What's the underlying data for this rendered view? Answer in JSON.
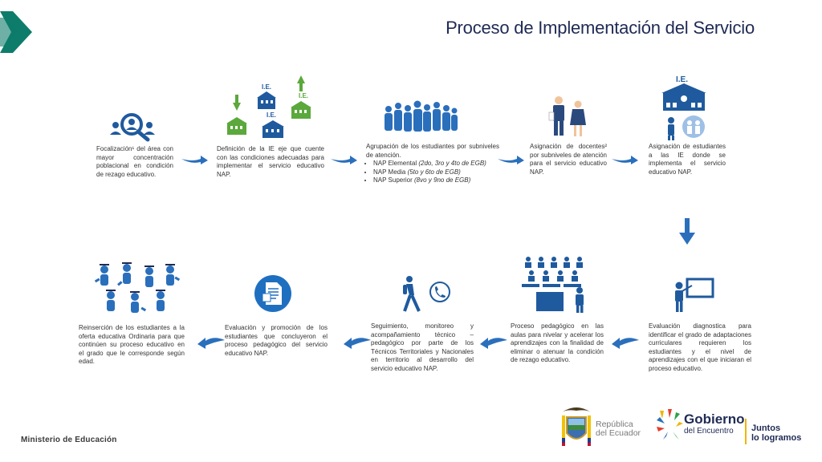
{
  "title": "Proceso de Implementación del Servicio",
  "colors": {
    "blue": "#2a6fbc",
    "dark_blue": "#1f2a55",
    "green": "#5ba83c",
    "teal": "#0e7c6b",
    "arrow": "#2a6fbc"
  },
  "steps": {
    "s1": {
      "text": "Focalización¹ del área con mayor concentración poblacional en condición de rezago educativo.",
      "icon": "magnifier-people-icon"
    },
    "s2": {
      "text": "Definición de la IE eje que cuente con las condiciones adecuadas para implementar el servicio educativo NAP.",
      "icon": "schools-icon",
      "badge": "I.E."
    },
    "s3": {
      "intro": "Agrupación de los estudiantes por subniveles de atención.",
      "items": [
        {
          "label": "NAP Elemental",
          "detail": "(2do, 3ro y 4to de EGB)"
        },
        {
          "label": "NAP Media",
          "detail": "(5to y 6to de EGB)"
        },
        {
          "label": "NAP Superior",
          "detail": "(8vo y 9no de EGB)"
        }
      ],
      "icon": "students-group-icon"
    },
    "s4": {
      "text": "Asignación de docentes² por subniveles de atención para el servicio educativo NAP.",
      "icon": "teachers-icon"
    },
    "s5": {
      "text": "Asignación de estudiantes a las IE donde se implementa el servicio educativo NAP.",
      "icon": "school-students-icon",
      "badge": "I.E."
    },
    "s6": {
      "text": "Evaluación diagnostica para identificar el grado de adaptaciones curriculares requieren los estudiantes y el nivel de aprendizajes con el que iniciaran el proceso educativo.",
      "icon": "teacher-board-icon"
    },
    "s7": {
      "text": "Proceso pedagógico en las aulas para nivelar y acelerar los aprendizajes con la finalidad de eliminar o atenuar la condición de rezago educativo.",
      "icon": "classroom-icon"
    },
    "s8": {
      "text": "Seguimiento, monitoreo y acompañamiento técnico – pedagógico por parte de los Técnicos Territoriales y Nacionales en territorio al desarrollo del servicio educativo NAP.",
      "icon": "walker-phone-icon"
    },
    "s9": {
      "text": "Evaluación y promoción de los estudiantes que concluyeron el proceso pedagógico del servicio educativo NAP.",
      "icon": "document-icon"
    },
    "s10": {
      "text": "Reinserción de los estudiantes a la oferta educativa Ordinaria para que continúen su proceso educativo en el grado que le corresponde según edad.",
      "icon": "graduates-icon"
    }
  },
  "footer": {
    "ministry": "Ministerio de Educación",
    "republica_l1": "República",
    "republica_l2": "del Ecuador",
    "gobierno_l1": "Gobierno",
    "gobierno_l2": "del Encuentro",
    "juntos_l1": "Juntos",
    "juntos_l2": "lo logramos"
  }
}
